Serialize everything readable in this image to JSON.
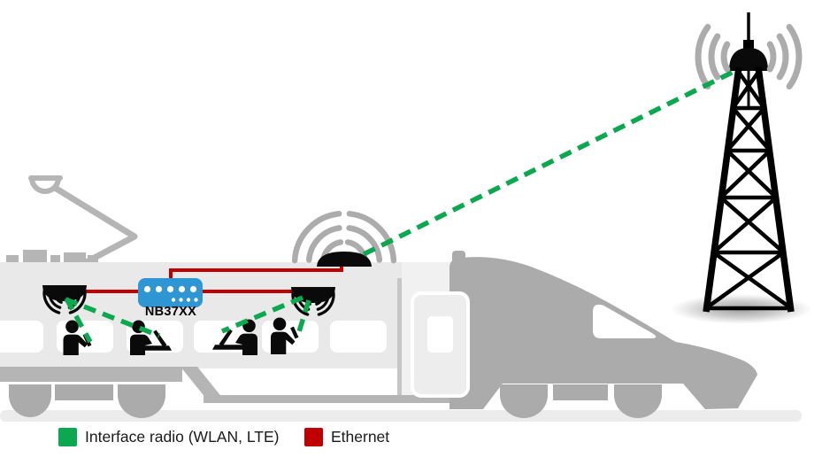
{
  "router": {
    "label": "NB37XX"
  },
  "legend": {
    "items": [
      {
        "id": "radio",
        "label": "Interface radio (WLAN, LTE)",
        "color": "#0CA850"
      },
      {
        "id": "ethernet",
        "label": "Ethernet",
        "color": "#C00000"
      }
    ]
  },
  "colors": {
    "radio_green": "#0CA850",
    "ethernet_red": "#C00000",
    "router_blue": "#2E96D2",
    "body_light": "#E9E9E9",
    "body_lighter": "#F1F1F1",
    "detail_mid": "#B5B5B5",
    "detail_dark": "#ABABAB",
    "wave_gray": "#ACACAC",
    "ground": "#ECECEC",
    "text": "#1A1A1A"
  }
}
